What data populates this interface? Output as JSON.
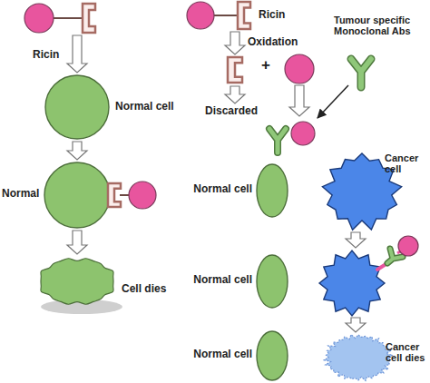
{
  "diagram": {
    "nodes": [
      {
        "text": [
          "Ricin"
        ]
      },
      {
        "text": [
          "Normal cell"
        ]
      },
      {
        "text": [
          "Normal"
        ]
      },
      {
        "text": [
          "Cell dies"
        ]
      },
      {
        "text": [
          "Ricin"
        ]
      },
      {
        "text": [
          "Discarded"
        ]
      },
      {
        "text": [
          "Tumour specific Monoclonal Abs"
        ]
      },
      {
        "text": [
          "Normal cell"
        ]
      },
      {
        "text": [
          "Cancer cell"
        ]
      },
      {
        "text": [
          "Normal cell"
        ]
      },
      {
        "text": [
          "Normal cell"
        ]
      },
      {
        "text": [
          "Cancer cell dies"
        ]
      }
    ],
    "edges": [
      {
        "from": 0,
        "to": 1,
        "arrow": "to"
      },
      {
        "from": 1,
        "to": 2,
        "arrow": "to"
      },
      {
        "from": 2,
        "to": 3,
        "arrow": "to"
      },
      {
        "from": 4,
        "to": 5,
        "arrow": "to",
        "label": "Oxidation"
      }
    ],
    "labels": [
      "+"
    ]
  }
}
